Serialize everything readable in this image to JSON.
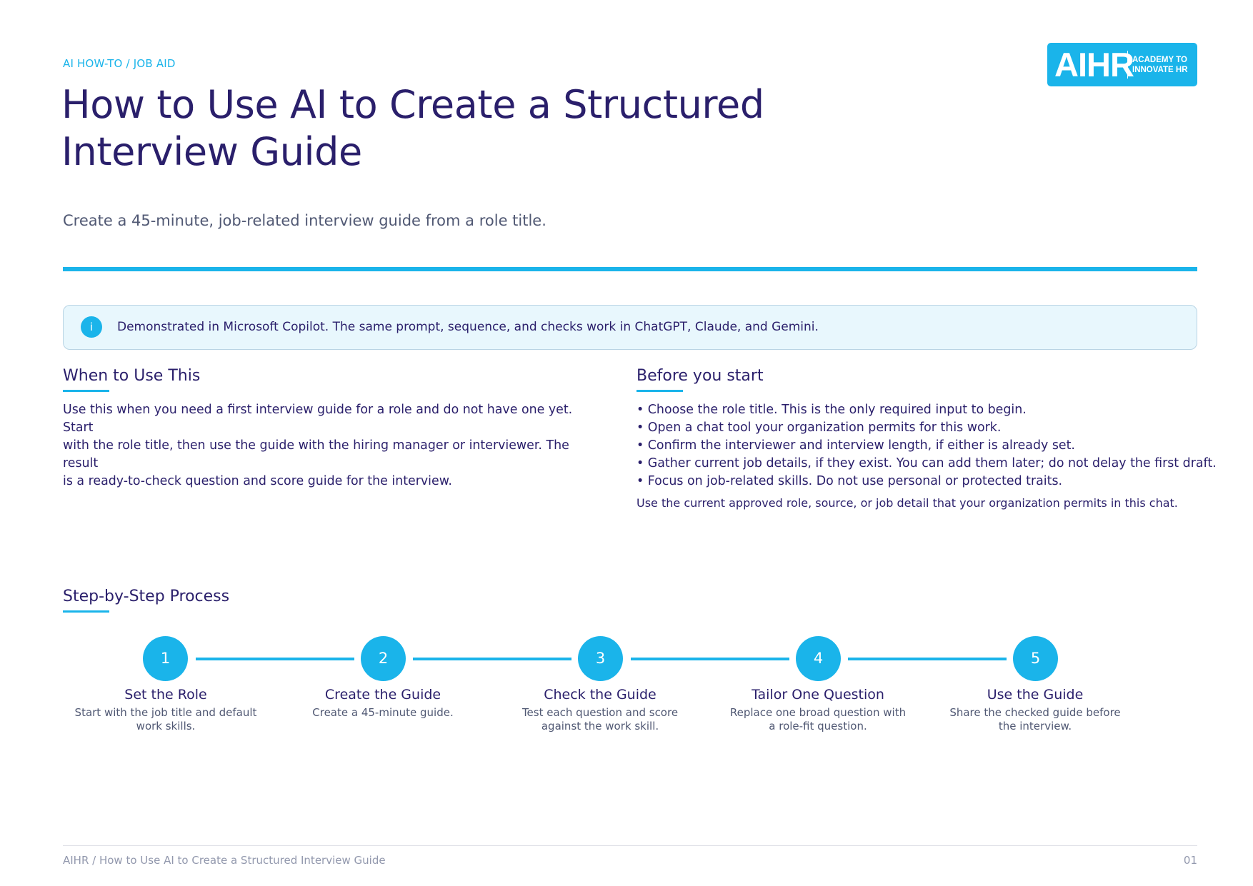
{
  "header": {
    "eyebrow": "AI HOW-TO / JOB AID",
    "title_line1": "How to Use AI to Create a Structured",
    "title_line2": "Interview Guide",
    "subtitle": "Create a 45-minute, job-related interview guide from a role title."
  },
  "logo": {
    "wordmark": "AIHR",
    "tagline_line1": "ACADEMY TO",
    "tagline_line2": "INNOVATE HR"
  },
  "callout": {
    "icon": "info-icon",
    "icon_glyph": "i",
    "text": "Demonstrated in Microsoft Copilot. The same prompt, sequence, and checks work in ChatGPT, Claude, and Gemini."
  },
  "when_to_use": {
    "heading": "When to Use This",
    "lines": [
      "Use this when you need a first interview guide for a role and do not have one yet. Start",
      "with the role title, then use the guide with the hiring manager or interviewer. The result",
      "is a ready-to-check question and score guide for the interview."
    ]
  },
  "before_you_start": {
    "heading": "Before you start",
    "bullets": [
      "• Choose the role title. This is the only required input to begin.",
      "• Open a chat tool your organization permits for this work.",
      "• Confirm the interviewer and interview length, if either is already set.",
      "• Gather current job details, if they exist. You can add them later; do not delay the first draft.",
      "• Focus on job-related skills. Do not use personal or protected traits."
    ],
    "note": "Use the current approved role, source, or job detail that your organization permits in this chat."
  },
  "process": {
    "heading": "Step-by-Step Process",
    "steps": [
      {
        "number": "1",
        "title": "Set the Role",
        "desc_line1": "Start with the job title and default",
        "desc_line2": "work skills."
      },
      {
        "number": "2",
        "title": "Create the Guide",
        "desc_line1": "Create a 45-minute guide.",
        "desc_line2": ""
      },
      {
        "number": "3",
        "title": "Check the Guide",
        "desc_line1": "Test each question and score",
        "desc_line2": "against the work skill."
      },
      {
        "number": "4",
        "title": "Tailor One Question",
        "desc_line1": "Replace one broad question with",
        "desc_line2": "a role-fit question."
      },
      {
        "number": "5",
        "title": "Use the Guide",
        "desc_line1": "Share the checked guide before",
        "desc_line2": "the interview."
      }
    ]
  },
  "footer": {
    "left": "AIHR / How to Use AI to Create a Structured Interview Guide",
    "page": "01"
  },
  "colors": {
    "accent": "#1ab4ea",
    "navy": "#2a1f6b",
    "muted": "#505873",
    "callout_bg": "#e8f7fd"
  }
}
